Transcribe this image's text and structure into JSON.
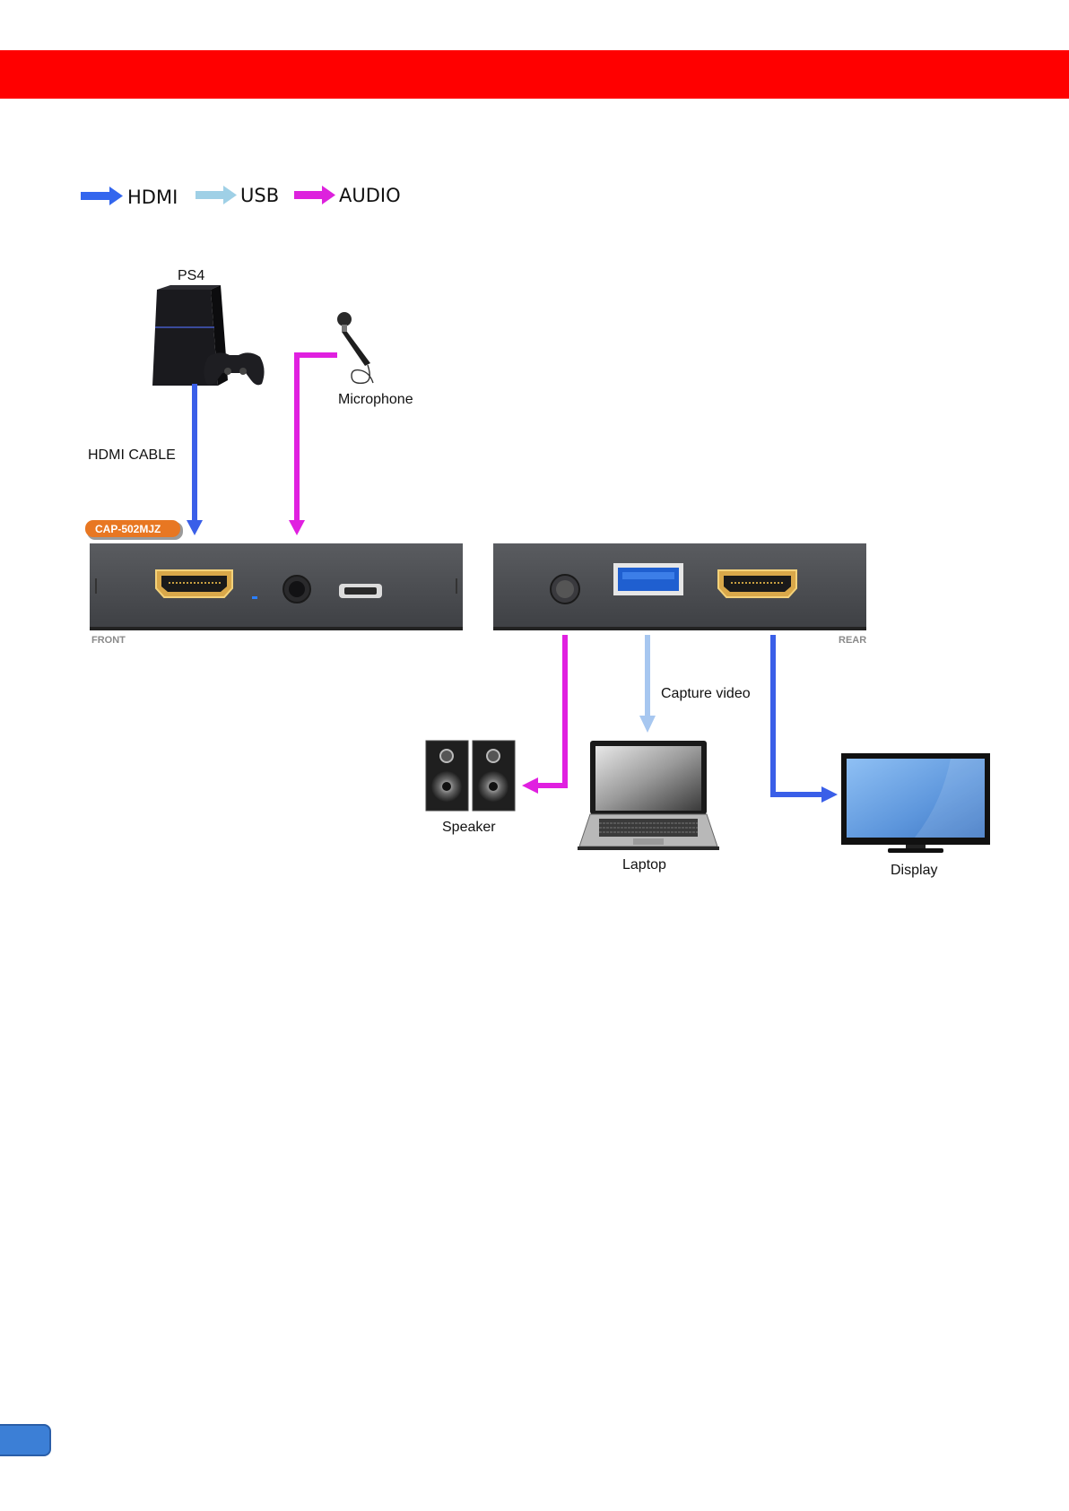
{
  "legend": {
    "hdmi": {
      "label": "HDMI",
      "color": "#3366ee"
    },
    "usb": {
      "label": "USB",
      "color": "#9fd0e6"
    },
    "audio": {
      "label": "AUDIO",
      "color": "#dd22dd"
    }
  },
  "devices": {
    "ps4": "PS4",
    "microphone": "Microphone",
    "speaker": "Speaker",
    "laptop": "Laptop",
    "display": "Display"
  },
  "cables": {
    "hdmi_cable": "HDMI CABLE",
    "capture_video": "Capture video"
  },
  "unit": {
    "model": "CAP-502MJZ",
    "front_label": "FRONT",
    "rear_label": "REAR"
  },
  "colors": {
    "banner": "#ff0000",
    "hdmi_line": "#3a5fe8",
    "usb_line": "#a7c7f0",
    "audio_line": "#e020e0",
    "page_tab": "#3c7fd6"
  }
}
